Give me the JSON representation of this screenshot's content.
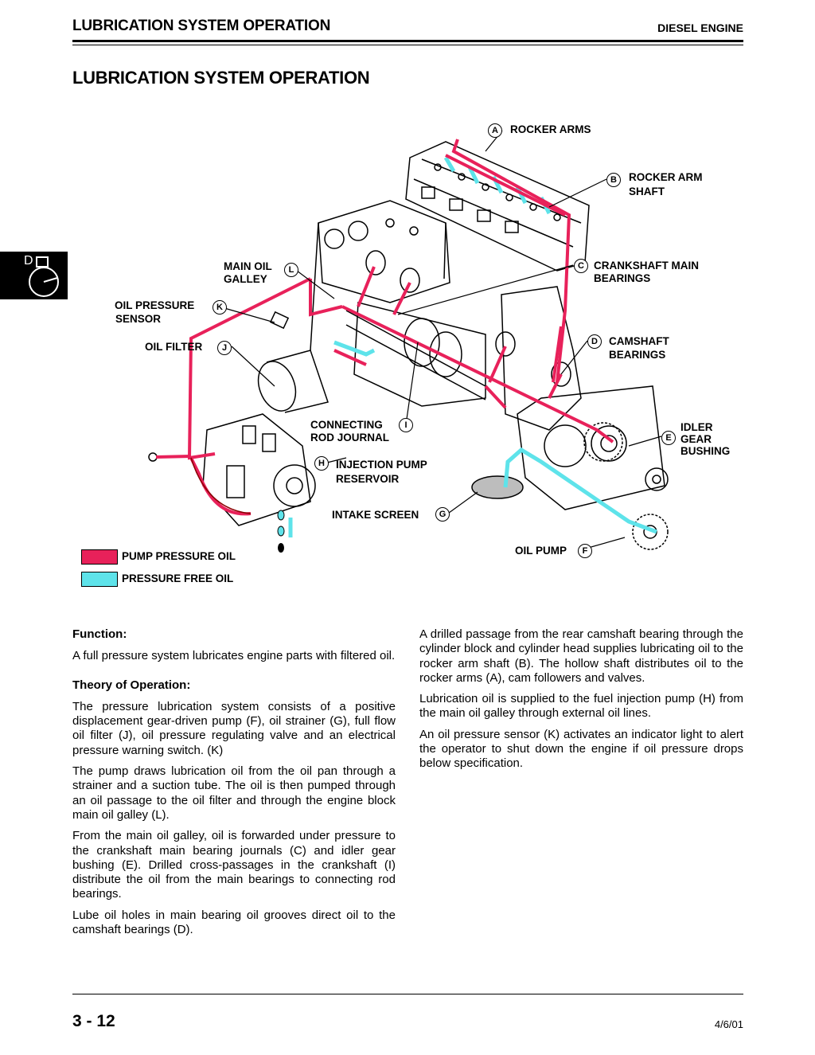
{
  "header": {
    "section": "LUBRICATION SYSTEM OPERATION",
    "chapter": "DIESEL ENGINE"
  },
  "title": "LUBRICATION SYSTEM OPERATION",
  "side_tab": {
    "letter": "D"
  },
  "diagram": {
    "callouts": [
      {
        "key": "A",
        "label": "ROCKER ARMS"
      },
      {
        "key": "B",
        "label_l1": "ROCKER ARM",
        "label_l2": "SHAFT"
      },
      {
        "key": "C",
        "label_l1": "CRANKSHAFT MAIN",
        "label_l2": "BEARINGS"
      },
      {
        "key": "D",
        "label_l1": "CAMSHAFT",
        "label_l2": "BEARINGS"
      },
      {
        "key": "E",
        "label_l1": "IDLER",
        "label_l2": "GEAR",
        "label_l3": "BUSHING"
      },
      {
        "key": "F",
        "label": "OIL PUMP"
      },
      {
        "key": "G",
        "label": "INTAKE SCREEN"
      },
      {
        "key": "H",
        "label_l1": "INJECTION PUMP",
        "label_l2": "RESERVOIR"
      },
      {
        "key": "I",
        "label_l1": "CONNECTING",
        "label_l2": "ROD JOURNAL"
      },
      {
        "key": "J",
        "label": "OIL FILTER"
      },
      {
        "key": "K",
        "label_l1": "OIL PRESSURE",
        "label_l2": "SENSOR"
      },
      {
        "key": "L",
        "label_l1": "MAIN OIL",
        "label_l2": "GALLEY"
      }
    ],
    "legend": [
      {
        "label": "PUMP PRESSURE OIL",
        "color": "#e8215a"
      },
      {
        "label": "PRESSURE FREE OIL",
        "color": "#5ee3ea"
      }
    ]
  },
  "left_column": {
    "function_heading": "Function:",
    "function_text": "A full pressure system lubricates engine parts with filtered oil.",
    "theory_heading": "Theory of Operation:",
    "paragraphs": [
      "The pressure lubrication system consists of a positive displacement gear-driven pump (F), oil strainer (G), full flow oil filter (J), oil pressure regulating valve and an electrical pressure warning switch. (K)",
      "The pump draws lubrication oil from the oil pan through a strainer and a suction tube. The oil is then pumped through an oil passage to the oil filter and through the engine block main oil galley (L).",
      "From the main oil galley, oil is forwarded under pressure to the crankshaft main bearing journals (C) and idler gear bushing (E). Drilled cross-passages in the crankshaft (I) distribute the oil from the main bearings to connecting rod bearings.",
      "Lube oil holes in main bearing oil grooves direct oil to the camshaft bearings (D)."
    ]
  },
  "right_column": {
    "paragraphs": [
      "A drilled passage from the rear camshaft bearing through the cylinder block and cylinder head supplies lubricating oil to the rocker arm shaft (B). The hollow shaft distributes oil to the rocker arms (A), cam followers and valves.",
      "Lubrication oil is supplied to the fuel injection pump (H) from the main oil galley through external oil lines.",
      "An oil pressure sensor (K) activates an indicator light to alert the operator to shut down the engine if oil pressure drops below specification."
    ]
  },
  "footer": {
    "page": "3 - 12",
    "date": "4/6/01"
  }
}
